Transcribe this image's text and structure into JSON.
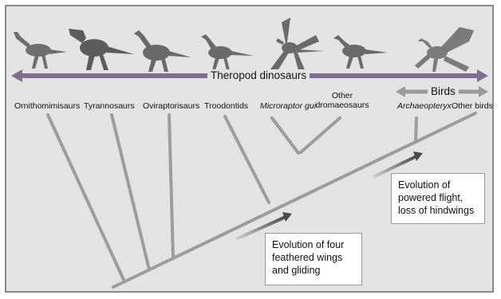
{
  "groups": {
    "theropod": "Theropod dinosaurs",
    "birds": "Birds"
  },
  "taxa": {
    "ornithomimisaurs": "Ornithomimisaurs",
    "tyrannosaurs": "Tyrannosaurs",
    "oviraptorisaurs": "Oviraptorisaurs",
    "troodontids": "Troodontids",
    "microraptor": "Microraptor gui",
    "other_dromaeosaurs_1": "Other",
    "other_dromaeosaurs_2": "dromaeosaurs",
    "archaeopteryx": "Archaeopteryx",
    "other_birds": "Other birds"
  },
  "notes": {
    "four_wings": [
      "Evolution of four",
      "feathered wings",
      "and gliding"
    ],
    "powered_flight": [
      "Evolution of",
      "powered flight,",
      "loss of hindwings"
    ]
  },
  "colors": {
    "background": "#e3e3e3",
    "branch": "#9c9c9c",
    "theropod_arrow": "#7e6f90",
    "birds_arrow": "#9a9a9a",
    "dinosaur": "#6e6e6e",
    "evolution_arrow": "#5a5a5a"
  }
}
